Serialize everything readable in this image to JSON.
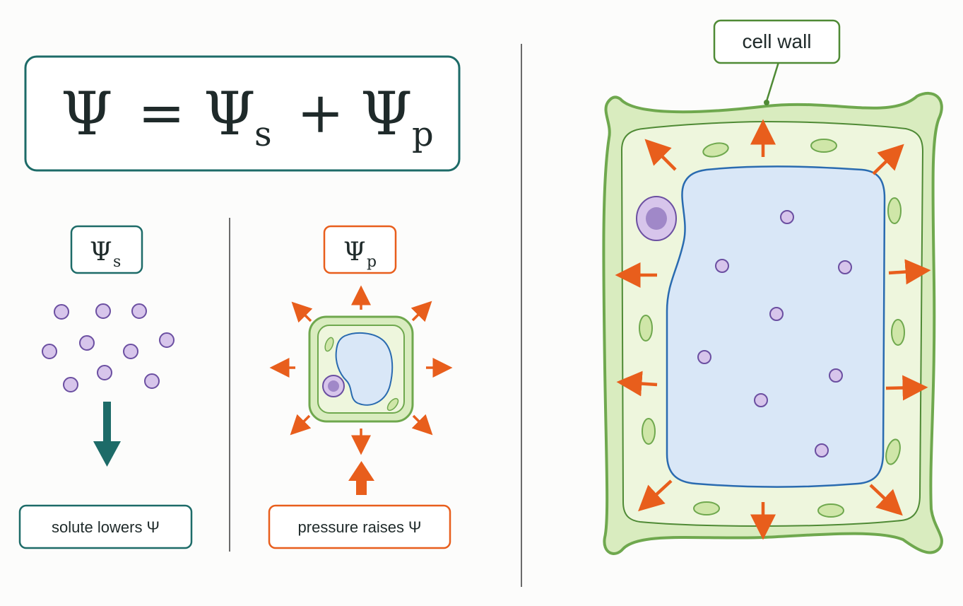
{
  "equation": {
    "psi": "Ψ",
    "equals": "=",
    "plus": "+",
    "sub_s": "s",
    "sub_p": "p"
  },
  "solute_panel": {
    "symbol": "Ψ",
    "subscript": "s",
    "caption": "solute lowers Ψ"
  },
  "pressure_panel": {
    "symbol": "Ψ",
    "subscript": "p",
    "caption": "pressure raises Ψ"
  },
  "cell": {
    "wall_label": "cell wall"
  },
  "colors": {
    "teal": "#1d6b68",
    "orange": "#e85e1c",
    "wall_outer": "#d9ecbf",
    "wall_stroke": "#6fa84e",
    "cytoplasm": "#eef6dd",
    "vacuole": "#d9e7f7",
    "vacuole_stroke": "#2a6bb0",
    "solute_fill": "#d7c5eb",
    "solute_stroke": "#6b4fa1",
    "label_border": "#4f8a35"
  }
}
